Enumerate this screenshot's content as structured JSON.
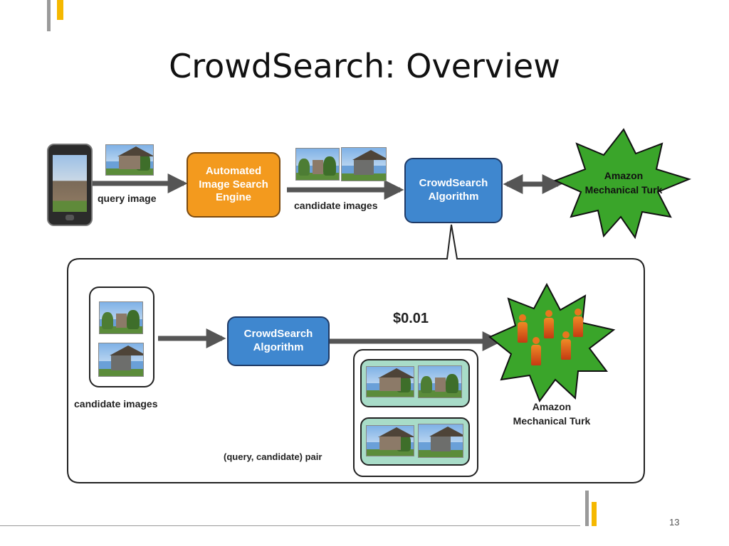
{
  "slide": {
    "title": "CrowdSearch: Overview",
    "page_number": "13"
  },
  "top_flow": {
    "query_label": "query image",
    "engine_box": "Automated\nImage Search\nEngine",
    "candidates_label": "candidate images",
    "algorithm_box": "CrowdSearch\nAlgorithm",
    "turk_label": "Amazon\nMechanical Turk"
  },
  "detail_flow": {
    "candidates_label": "candidate images",
    "algorithm_box": "CrowdSearch\nAlgorithm",
    "price_label": "$0.01",
    "pair_label": "(query, candidate) pair",
    "turk_label": "Amazon\nMechanical Turk"
  },
  "colors": {
    "accent_gold": "#f5b800",
    "engine_orange": "#f39a1e",
    "algorithm_blue": "#3f87cf",
    "turk_green": "#3aa52a",
    "pair_teal": "#a8dcc8"
  },
  "icons": [
    "smartphone-icon",
    "arrow-right-icon",
    "double-arrow-icon",
    "starburst-icon",
    "worker-person-icon"
  ]
}
